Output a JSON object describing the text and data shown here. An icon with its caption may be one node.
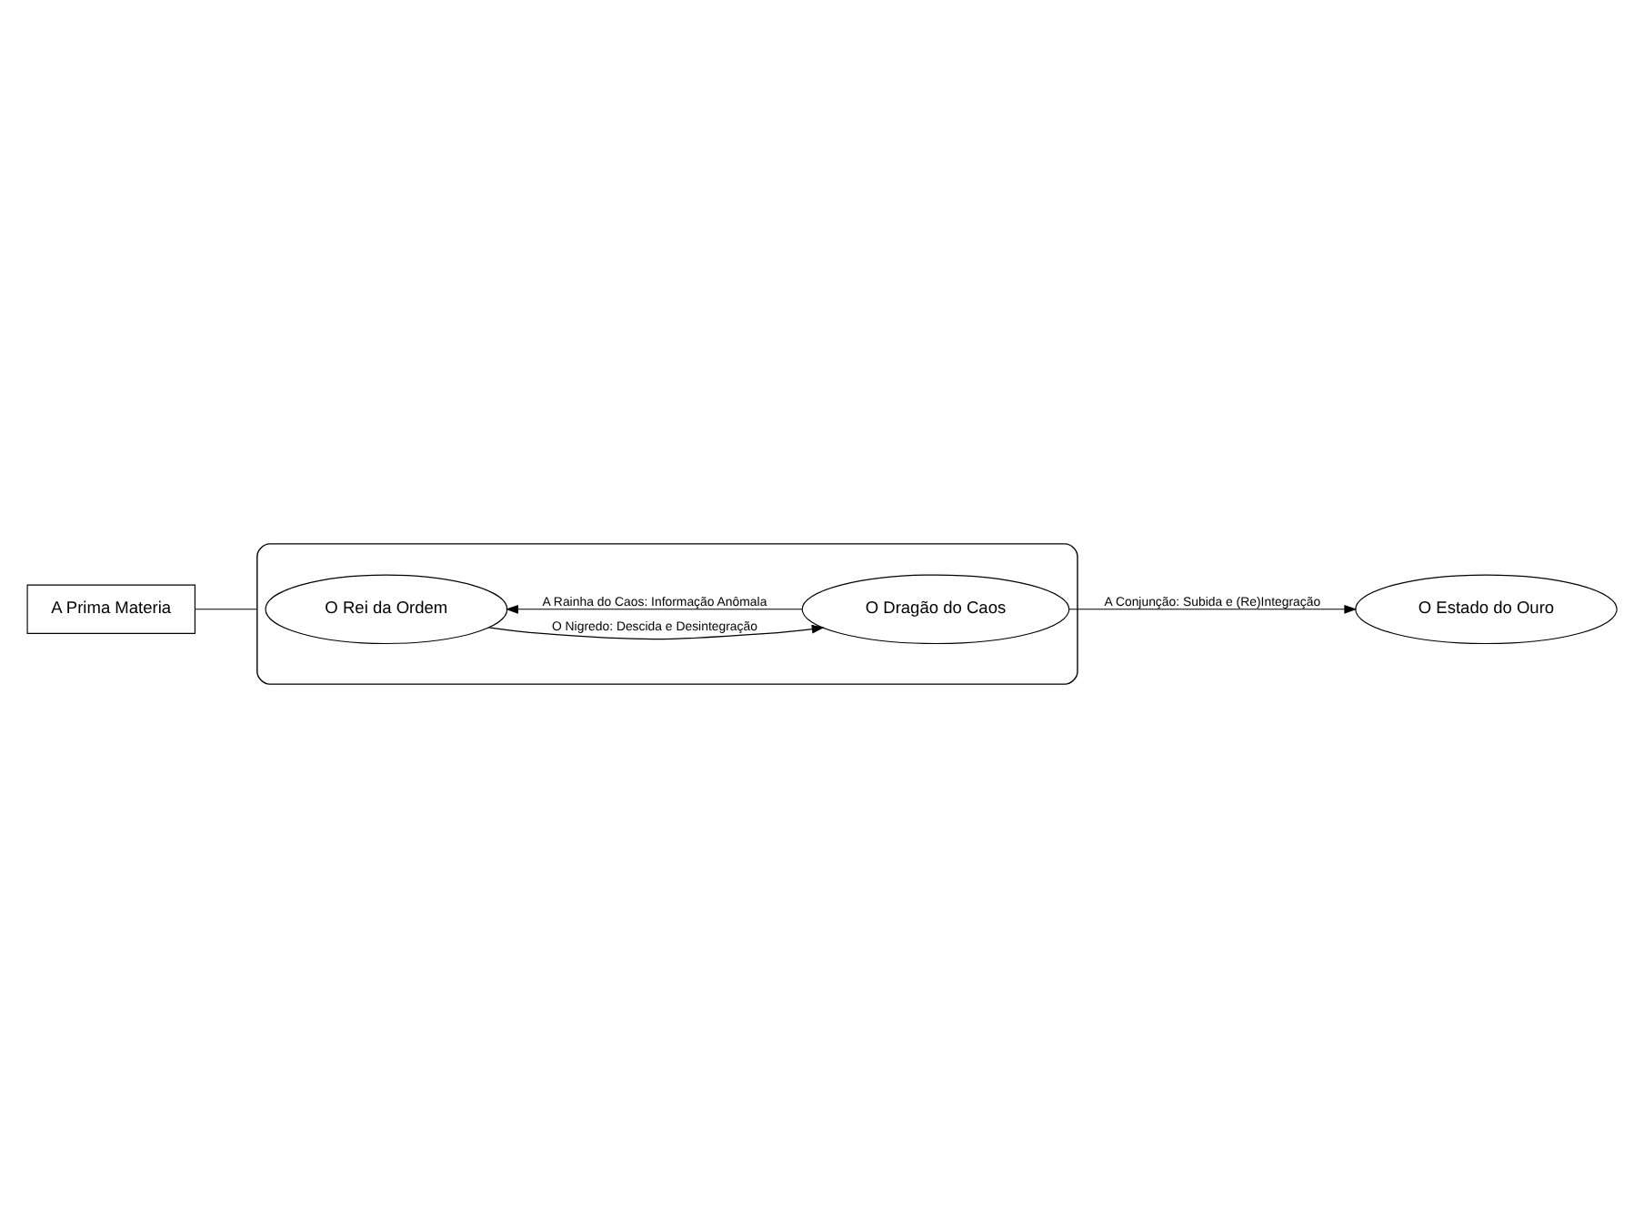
{
  "diagram": {
    "nodes": [
      {
        "text": [
          "A Prima Materia"
        ]
      },
      {
        "text": [],
        "shape": "ellipse"
      },
      {
        "text": [
          "O Rei da Ordem"
        ],
        "in": 1
      },
      {
        "text": [
          "O Dragão do Caos"
        ],
        "in": 1
      },
      {
        "text": [
          "O Estado do Ouro"
        ]
      }
    ],
    "edges": [
      {
        "from": 0,
        "to": 1,
        "arrow": "none"
      },
      {
        "from": 2,
        "to": 3,
        "arrow": "to",
        "label": "O Nigredo: Descida e Desintegração"
      },
      {
        "from": 3,
        "to": 2,
        "arrow": "to",
        "label": "A Rainha do Caos: Informação Anômala"
      },
      {
        "from": 3,
        "to": 4,
        "arrow": "to",
        "label": "A Conjunção: Subida e (Re)Integração"
      }
    ]
  }
}
